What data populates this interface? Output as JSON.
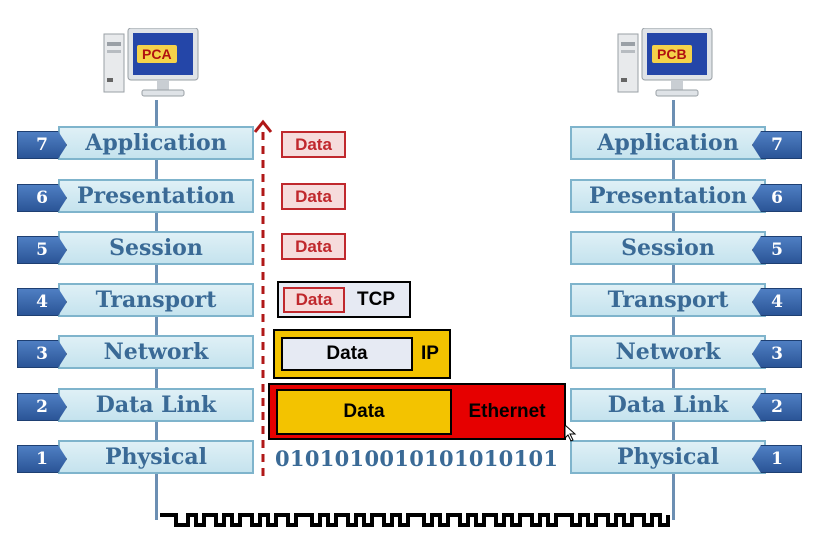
{
  "hosts": {
    "left": {
      "label": "PCA"
    },
    "right": {
      "label": "PCB"
    }
  },
  "layers": [
    {
      "number": "7",
      "name": "Application"
    },
    {
      "number": "6",
      "name": "Presentation"
    },
    {
      "number": "5",
      "name": "Session"
    },
    {
      "number": "4",
      "name": "Transport"
    },
    {
      "number": "3",
      "name": "Network"
    },
    {
      "number": "2",
      "name": "Data Link"
    },
    {
      "number": "1",
      "name": "Physical"
    }
  ],
  "encapsulation": {
    "application": "Data",
    "presentation": "Data",
    "session": "Data",
    "transport": {
      "data": "Data",
      "header": "TCP"
    },
    "network": {
      "data": "Data",
      "header": "IP"
    },
    "datalink": {
      "data": "Data",
      "header": "Ethernet"
    },
    "physical": "0101010010101010101"
  },
  "colors": {
    "layer_text": "#3a6a96",
    "number_badge": "#2b5597",
    "data_red": "#c0282d",
    "ip_yellow": "#f3c300",
    "ethernet_red": "#e60000",
    "arrow": "#b01818"
  }
}
